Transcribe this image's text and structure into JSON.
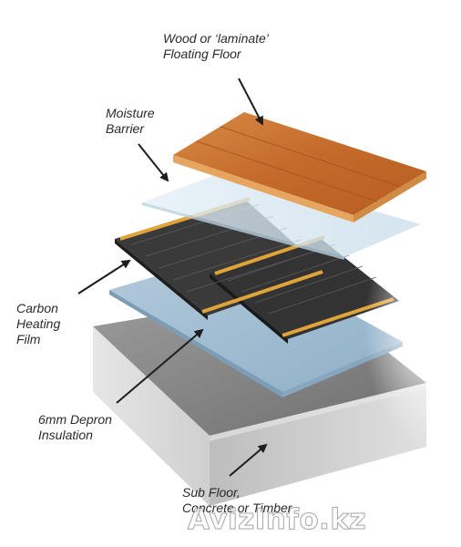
{
  "labels": {
    "floor": [
      "Wood or ‘laminate’",
      "Floating Floor"
    ],
    "moisture": [
      "Moisture",
      "Barrier"
    ],
    "carbon": [
      "Carbon",
      "Heating",
      "Film"
    ],
    "insulation": [
      "6mm Depron",
      "Insulation"
    ],
    "subfloor": [
      "Sub Floor,",
      "Concrete or Timber"
    ]
  },
  "watermark": "AvizInfo.kz",
  "colors": {
    "wood": "#c76a28",
    "wood_edge": "#e8a95a",
    "film": "#2f2f2f",
    "film_stripe": "#e0a43a",
    "barrier": "#d9e9f2",
    "insulation": "#9db9d0",
    "subfloor": "#d4d4d4"
  }
}
